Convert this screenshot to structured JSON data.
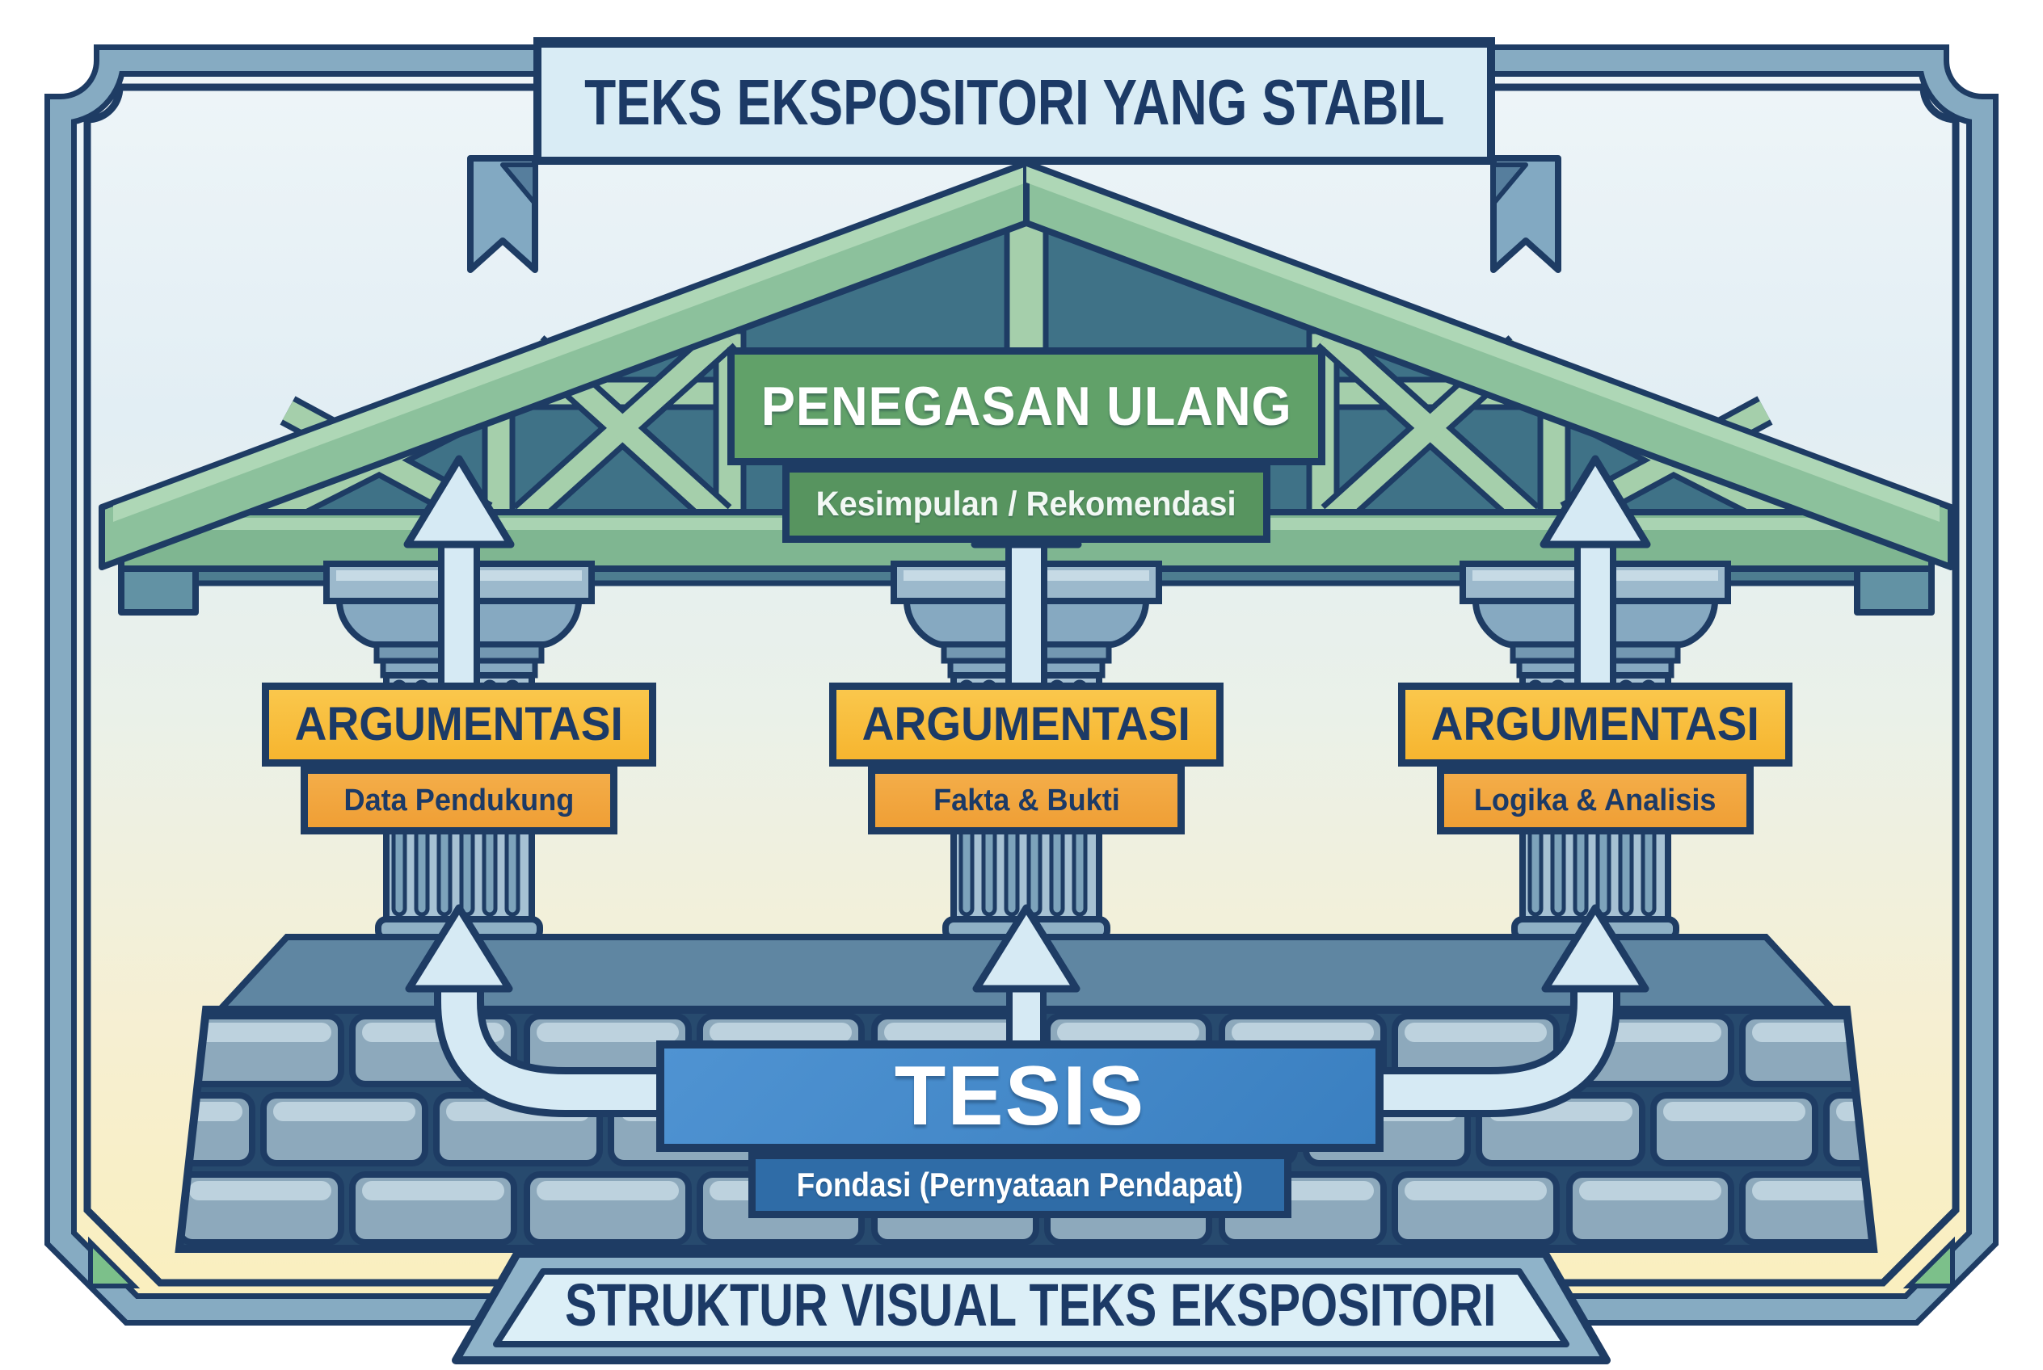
{
  "top_banner": {
    "label": "TEKS EKSPOSITORI YANG STABIL"
  },
  "pediment": {
    "title": "PENEGASAN ULANG",
    "subtitle": "Kesimpulan / Rekomendasi"
  },
  "pillars": [
    {
      "title": "ARGUMENTASI",
      "subtitle": "Data Pendukung"
    },
    {
      "title": "ARGUMENTASI",
      "subtitle": "Fakta & Bukti"
    },
    {
      "title": "ARGUMENTASI",
      "subtitle": "Logika & Analisis"
    }
  ],
  "foundation": {
    "title": "TESIS",
    "subtitle": "Fondasi (Pernyataan Pendapat)"
  },
  "bottom_banner": {
    "label": "STRUKTUR VISUAL TEKS EKSPOSITORI"
  },
  "colors": {
    "outline_navy": "#1e3c64",
    "roof_green": "#8cc19c",
    "truss_panel_teal": "#3f7287",
    "label_green": "#61a169",
    "label_green_dark": "#57945f",
    "label_yellow": "#f8bc3f",
    "label_orange": "#f2a63e",
    "label_blue": "#3e86c6",
    "label_blue_dark": "#2f6ca7",
    "arrow_light_blue": "#d6eaf4",
    "stone_blue": "#8da9bc",
    "banner_fill": "#d9ecf5",
    "frame_band_blue": "#86abc2",
    "corner_accent_green": "#7cc08a",
    "background_top": "#e9f2f6",
    "background_bottom": "#faefbe"
  }
}
